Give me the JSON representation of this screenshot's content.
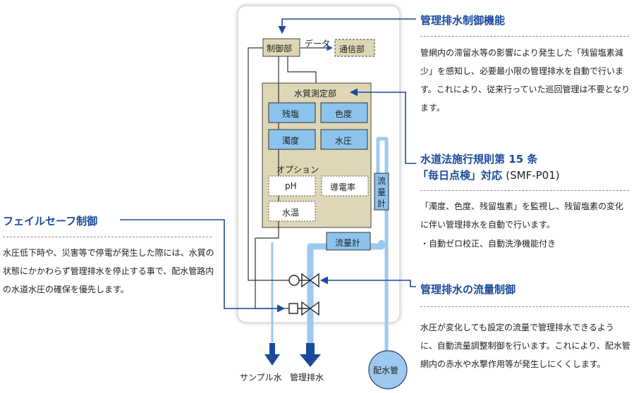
{
  "colors": {
    "heading_blue": "#1b4a9c",
    "arrow_blue": "#1b4a9c",
    "box_blue": "#8cc3ee",
    "panel_tan": "#ddd7b5",
    "pipe_blue": "#9ec9ee"
  },
  "diagram": {
    "control_unit": "制御部",
    "data_label": "データ",
    "comm_unit": "通信部",
    "quality_unit": "水質測定部",
    "sensors": [
      "残塩",
      "色度",
      "濁度",
      "水圧"
    ],
    "option_label": "オプション",
    "options": [
      "pH",
      "導電率",
      "水温"
    ],
    "flowmeter_vertical": [
      "流",
      "量",
      "計"
    ],
    "flowmeter": "流量計",
    "sample_water": "サンプル水",
    "managed_drain": "管理排水",
    "distribution_pipe": "配水管"
  },
  "sections": {
    "drain_control": {
      "title": "管理排水制御機能",
      "text": "管網内の滞留水等の影響により発生した「残留塩素減少」を感知し、必要最小限の管理排水を自動で行います。これにより、従来行っていた巡回管理は不要となります。"
    },
    "daily_check": {
      "title_line1": "水道法施行規則第 15 条",
      "title_line2": "「毎日点検」対応",
      "title_model": "(SMF-P01)",
      "text": "「濁度、色度、残留塩素」を監視し、残留塩素の変化に伴い管理排水を自動で行います。",
      "bullet": "・自動ゼロ校正、自動洗浄機能付き"
    },
    "flow_control": {
      "title": "管理排水の流量制御",
      "text": "水圧が変化しても設定の流量で管理排水できるように、自動流量調整制御を行います。これにより、配水管網内の赤水や水撃作用等が発生しにくくします。"
    },
    "failsafe": {
      "title": "フェイルセーフ制御",
      "text": "水圧低下時や、災害等で停電が発生した際には、水質の状態にかかわらず管理排水を停止する事で、配水管路内の水道水圧の確保を優先します。"
    }
  }
}
